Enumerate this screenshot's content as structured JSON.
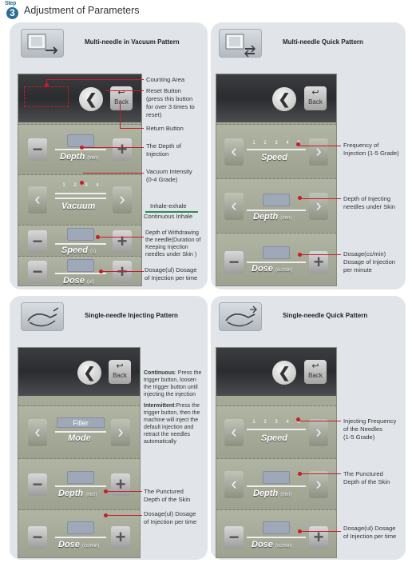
{
  "header": {
    "step_word": "Step",
    "step_number": "3",
    "title": "Adjustment of Parameters"
  },
  "panels": {
    "vacuum": {
      "title": "Multi-needle in Vacuum Pattern",
      "back": "Back",
      "depth": "Depth",
      "depth_unit": "(mm)",
      "vacuum": "Vacuum",
      "vacuum_scale": [
        "1",
        "2",
        "3",
        "4"
      ],
      "speed": "Speed",
      "speed_unit": "(s)",
      "dose": "Dose",
      "dose_unit": "(µl)",
      "notes": {
        "counting": "Counting Area",
        "reset": "Reset Button\n(press this button\nfor over 3 times to\nreset)",
        "return": "Return Button",
        "depth": "The Depth of\nInjection",
        "vacuum": "Vacuum Intensity\n(0-4 Grade)",
        "inhale_exhale": "Inhale-exhale",
        "continuous": "Continuous Inhale",
        "speed": "Depth of Withdrawing\nthe needle(Duration of\nKeeping Injection\nneedles under Skin )",
        "dose": "Dosage(ul) Dosage\nof Injection per time"
      }
    },
    "quick": {
      "title": "Multi-needle Quick Pattern",
      "back": "Back",
      "speed": "Speed",
      "speed_scale": [
        "1",
        "2",
        "3",
        "4",
        "5"
      ],
      "depth": "Depth",
      "depth_unit": "(mm)",
      "dose": "Dose",
      "dose_unit": "(cc/min)",
      "notes": {
        "speed": "Frequency of\nInjection (1-5 Grade)",
        "depth": "Depth of Injecting\nneedles under Skin",
        "dose": "Dosage(cc/min)\nDosage of Injection\nper minute"
      }
    },
    "single": {
      "title": "Single-needle Injecting Pattern",
      "back": "Back",
      "mode_value": "Filler",
      "mode": "Mode",
      "depth": "Depth",
      "depth_unit": "(mm)",
      "dose": "Dose",
      "dose_unit": "(cc/min)",
      "notes": {
        "continuous_head": "Continuous",
        "continuous_body": ": Press the\ntrigger button, loosen\nthe trigger button until\ninjecting the injection",
        "intermittent_head": "Intermittent",
        "intermittent_body": ":Press the\ntrigger button, then the\nmachine will inject the\ndefault injection and\nretract the needles\nautomatically",
        "depth": "The Punctured\nDepth of the Skin",
        "dose": "Dosage(ul) Dosage\nof Injection per time"
      }
    },
    "single_quick": {
      "title": "Single-needle Quick Pattern",
      "back": "Back",
      "speed": "Speed",
      "speed_scale": [
        "1",
        "2",
        "3",
        "4",
        "5"
      ],
      "depth": "Depth",
      "depth_unit": "(mm)",
      "dose": "Dose",
      "dose_unit": "(cc/min)",
      "notes": {
        "speed": "Injecting Frequency\nof the Needles\n(1-5 Grade)",
        "depth": "The Punctured\nDepth of the Skin",
        "dose": "Dosage(ul) Dosage\nof Injection per time"
      }
    }
  }
}
